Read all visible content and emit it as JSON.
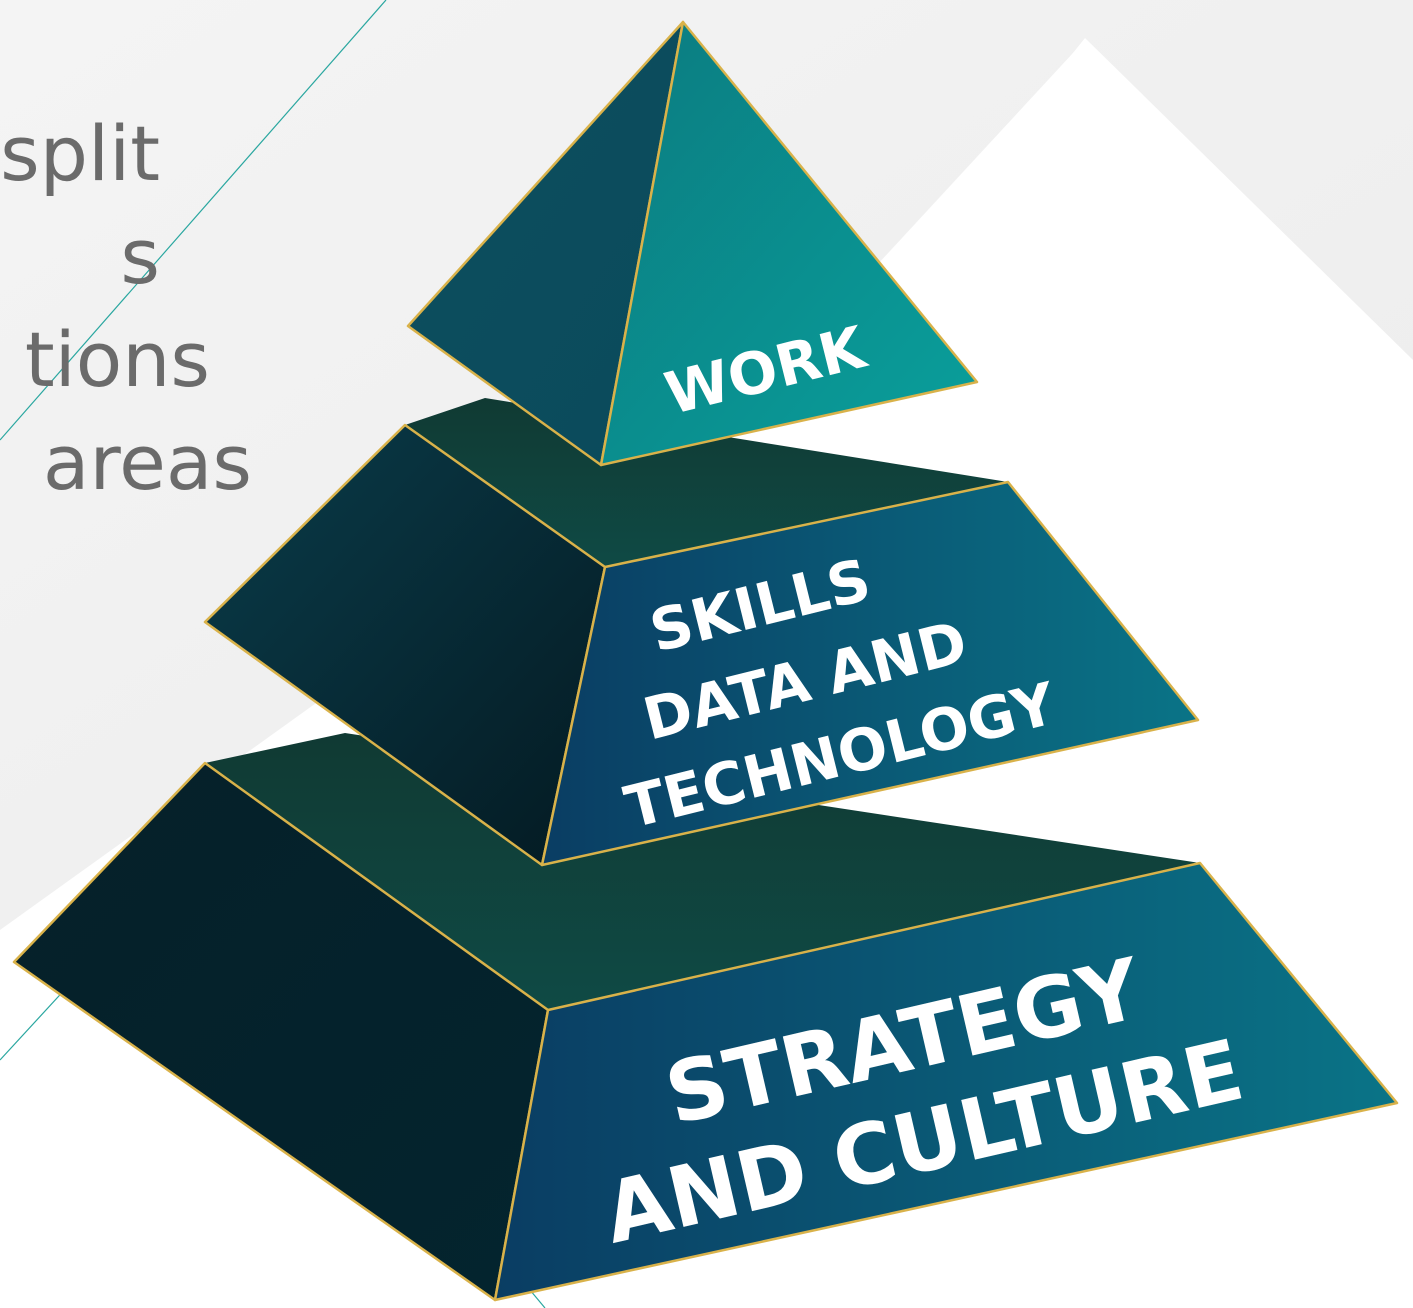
{
  "slide_text": {
    "lines": [
      "split",
      "s",
      "tions",
      "areas"
    ]
  },
  "pyramid": {
    "top": {
      "label": "WORK"
    },
    "middle": {
      "lines": [
        "SKILLS",
        "DATA AND",
        "TECHNOLOGY"
      ]
    },
    "bottom": {
      "lines": [
        "STRATEGY",
        "AND CULTURE"
      ]
    }
  },
  "colors": {
    "background_gray": "#f0f0f0",
    "accent_line": "#2aa7a0",
    "pyramid_teal": "#0e9a96",
    "pyramid_dark": "#0a2a33",
    "edge_gold": "#d9b24a",
    "text_gray": "#6b6b6b"
  }
}
